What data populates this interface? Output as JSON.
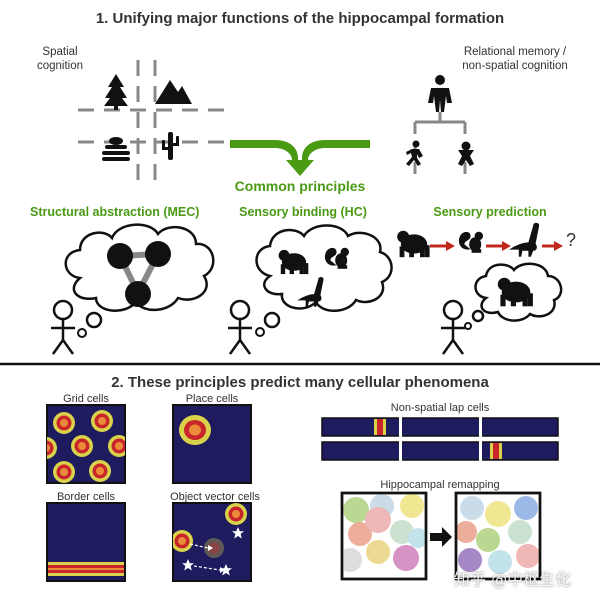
{
  "section1": {
    "title": "1. Unifying major functions of the hippocampal formation",
    "spatial_label": [
      "Spatial",
      "cognition"
    ],
    "relational_label": [
      "Relational memory /",
      "non-spatial cognition"
    ],
    "common_principles": "Common principles",
    "principles": [
      {
        "label": "Structural abstraction (MEC)"
      },
      {
        "label": "Sensory binding (HC)"
      },
      {
        "label": "Sensory prediction"
      }
    ],
    "prediction_end": "?"
  },
  "section2": {
    "title": "2. These principles predict many cellular phenomena",
    "panels": {
      "grid": "Grid cells",
      "place": "Place cells",
      "border": "Border cells",
      "object_vector": "Object vector cells",
      "lap": "Non-spatial lap cells",
      "remapping": "Hippocampal remapping"
    }
  },
  "watermark": "知乎 @中枢生化",
  "colors": {
    "accent_green": "#4a9a14",
    "panel_navy": "#1e1b5e",
    "field_yellow": "#d9d24a",
    "field_red": "#c8262a",
    "arrow_red": "#c0281e"
  },
  "icons": [
    "tree-icon",
    "mountain-icon",
    "beehive-icon",
    "cactus-icon",
    "person-icon",
    "runner-icon",
    "baby-icon",
    "gorilla-icon",
    "squirrel-icon",
    "dinosaur-icon",
    "stick-figure-icon",
    "thought-cloud-icon",
    "star-icon"
  ]
}
